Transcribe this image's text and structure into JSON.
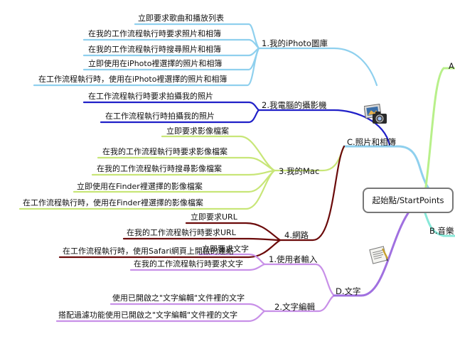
{
  "center": {
    "label": "起始點/StartPoints"
  },
  "right_stubs": {
    "a_label": "A",
    "b_label": "B.音樂"
  },
  "colors": {
    "photos": "#8fd0ee",
    "camera": "#2020c8",
    "mac": "#c8e678",
    "network": "#6b0a0a",
    "text": "#c890e8",
    "a_branch": "#b8f08a",
    "b_branch": "#88e8d8",
    "d_branch": "#a070e0"
  },
  "branch_c": {
    "label": "C.照片和相簿",
    "icon": "camera-photo-icon",
    "groups": [
      {
        "label": "1.我的iPhoto圖庫",
        "items": [
          "立即要求歌曲和播放列表",
          "在我的工作流程執行時要求照片和相簿",
          "在我的工作流程執行時搜尋照片和相簿",
          "立即使用在iPhoto裡選擇的照片和相簿",
          "在工作流程執行時，使用在iPhoto裡選擇的照片和相簿"
        ]
      },
      {
        "label": "2.我電腦的攝影機",
        "items": [
          "在工作流程執行時要求拍攝我的照片",
          "在工作流程執行時拍攝我的照片"
        ]
      },
      {
        "label": "3.我的Mac",
        "items": [
          "立即要求影像檔案",
          "在我的工作流程執行時要求影像檔案",
          "在我的工作流程執行時搜尋影像檔案",
          "立即使用在Finder裡選擇的影像檔案",
          "在工作流程執行時，使用在Finder裡選擇的影像檔案"
        ]
      },
      {
        "label": "4.網路",
        "items": [
          "立即要求URL",
          "在我的工作流程執行時要求URL",
          "在工作流程執行時，使用Safari網頁上開啟的連結"
        ]
      }
    ]
  },
  "branch_d": {
    "label": "D.文字",
    "icon": "text-document-icon",
    "groups": [
      {
        "label": "1.使用者輸入",
        "items": [
          "立即要求文字",
          "在我的工作流程執行時要求文字"
        ]
      },
      {
        "label": "2.文字編輯",
        "items": [
          "使用已開啟之\"文字編輯\"文件裡的文字",
          "搭配過濾功能使用已開啟之\"文字編輯\"文件裡的文字"
        ]
      }
    ]
  }
}
